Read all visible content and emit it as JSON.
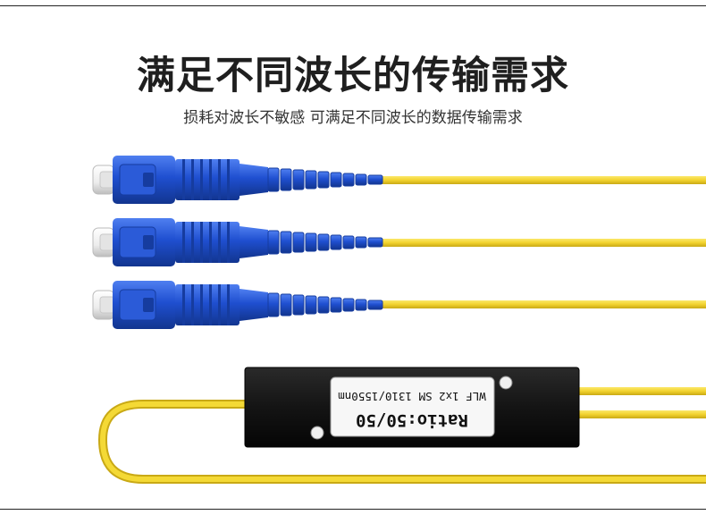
{
  "heading": {
    "title": "满足不同波长的传输需求",
    "subtitle": "损耗对波长不敏感 可满足不同波长的数据传输需求"
  },
  "splitter_label": {
    "ratio": "Ratio:50/50",
    "spec": "WLF 1x2 SM 1310/1550nm"
  },
  "colors": {
    "fiber": "#f2d22e",
    "connector": "#1f4fd0",
    "connector_dark": "#163c9f",
    "ferrule": "#f1f1f1",
    "splitter_body": "#151515"
  },
  "icons": {
    "connector": "sc-connector-icon",
    "splitter": "plc-splitter-box-icon"
  }
}
